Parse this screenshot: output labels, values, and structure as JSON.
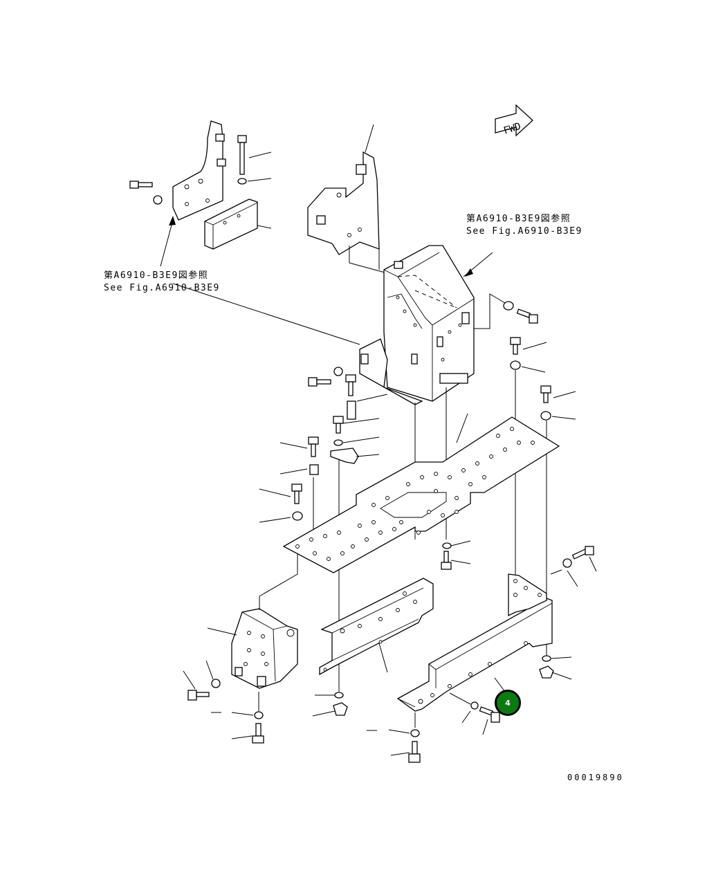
{
  "references": {
    "top_left_jp": "第A6910-B3E9図参照",
    "top_left_en": "See Fig.A6910-B3E9",
    "top_right_jp": "第A6910-B3E9図参照",
    "top_right_en": "See Fig.A6910-B3E9"
  },
  "direction_arrow": {
    "label": "FWD",
    "icon": "forward-arrow-icon"
  },
  "callout": {
    "number": "4",
    "color": "#0b7a12"
  },
  "drawing_number": "00019890"
}
